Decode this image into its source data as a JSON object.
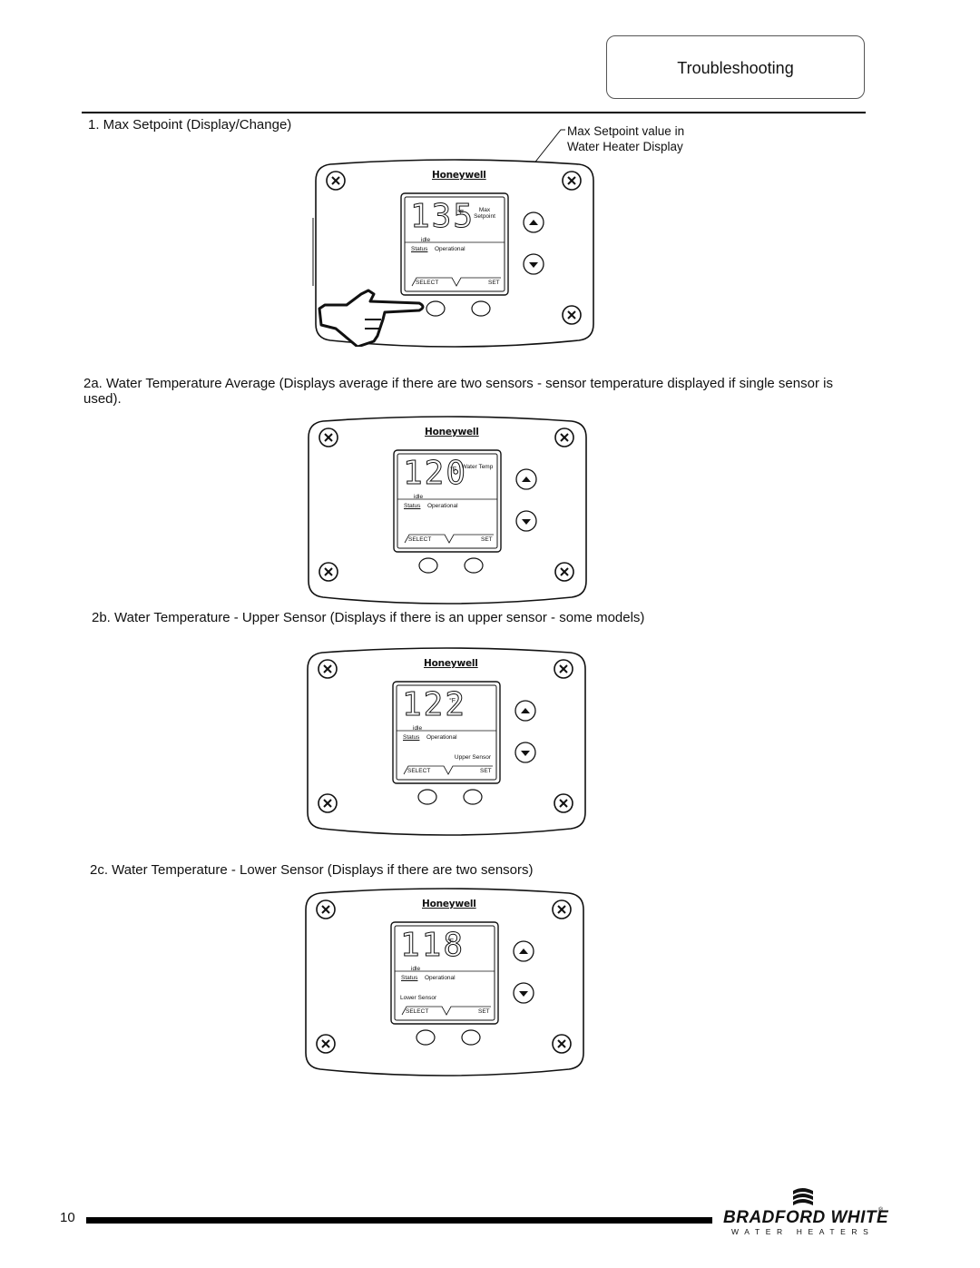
{
  "header": {
    "section_title": "Troubleshooting"
  },
  "steps": [
    {
      "text": "1.  Max Setpoint   (Display/Change)"
    },
    {
      "text": "2a. Water Temperature Average (Displays average if there are two sensors - sensor temperature displayed if single sensor is used)."
    },
    {
      "text": "2b. Water Temperature - Upper Sensor (Displays if there is an upper sensor - some models)"
    },
    {
      "text": "2c. Water Temperature - Lower Sensor (Displays if there are two sensors)"
    }
  ],
  "callout": {
    "line1": "Max Setpoint value in",
    "line2": "Water Heater Display"
  },
  "thermostats": [
    {
      "brand": "Honeywell",
      "digits": "135",
      "unit": "°F",
      "label_line1": "Max",
      "label_line2": "Setpoint",
      "state": "idle",
      "status_label": "Status",
      "status_value": "Operational",
      "sensor_label": "",
      "select_label": "SELECT",
      "set_label": "SET"
    },
    {
      "brand": "Honeywell",
      "digits": "120",
      "unit": "°F",
      "label_line1": "Water Temp",
      "label_line2": "",
      "state": "idle",
      "status_label": "Status",
      "status_value": "Operational",
      "sensor_label": "",
      "select_label": "SELECT",
      "set_label": "SET"
    },
    {
      "brand": "Honeywell",
      "digits": "122",
      "unit": "°F",
      "label_line1": "",
      "label_line2": "",
      "state": "idle",
      "status_label": "Status",
      "status_value": "Operational",
      "sensor_label": "Upper Sensor",
      "select_label": "SELECT",
      "set_label": "SET"
    },
    {
      "brand": "Honeywell",
      "digits": "118",
      "unit": "°F",
      "label_line1": "",
      "label_line2": "",
      "state": "idle",
      "status_label": "Status",
      "status_value": "Operational",
      "sensor_label": "Lower Sensor",
      "select_label": "SELECT",
      "set_label": "SET"
    }
  ],
  "footer": {
    "page_number": "10",
    "logo_name": "BRADFORD WHITE",
    "logo_registered": "®",
    "logo_tagline": "WATER HEATERS"
  }
}
